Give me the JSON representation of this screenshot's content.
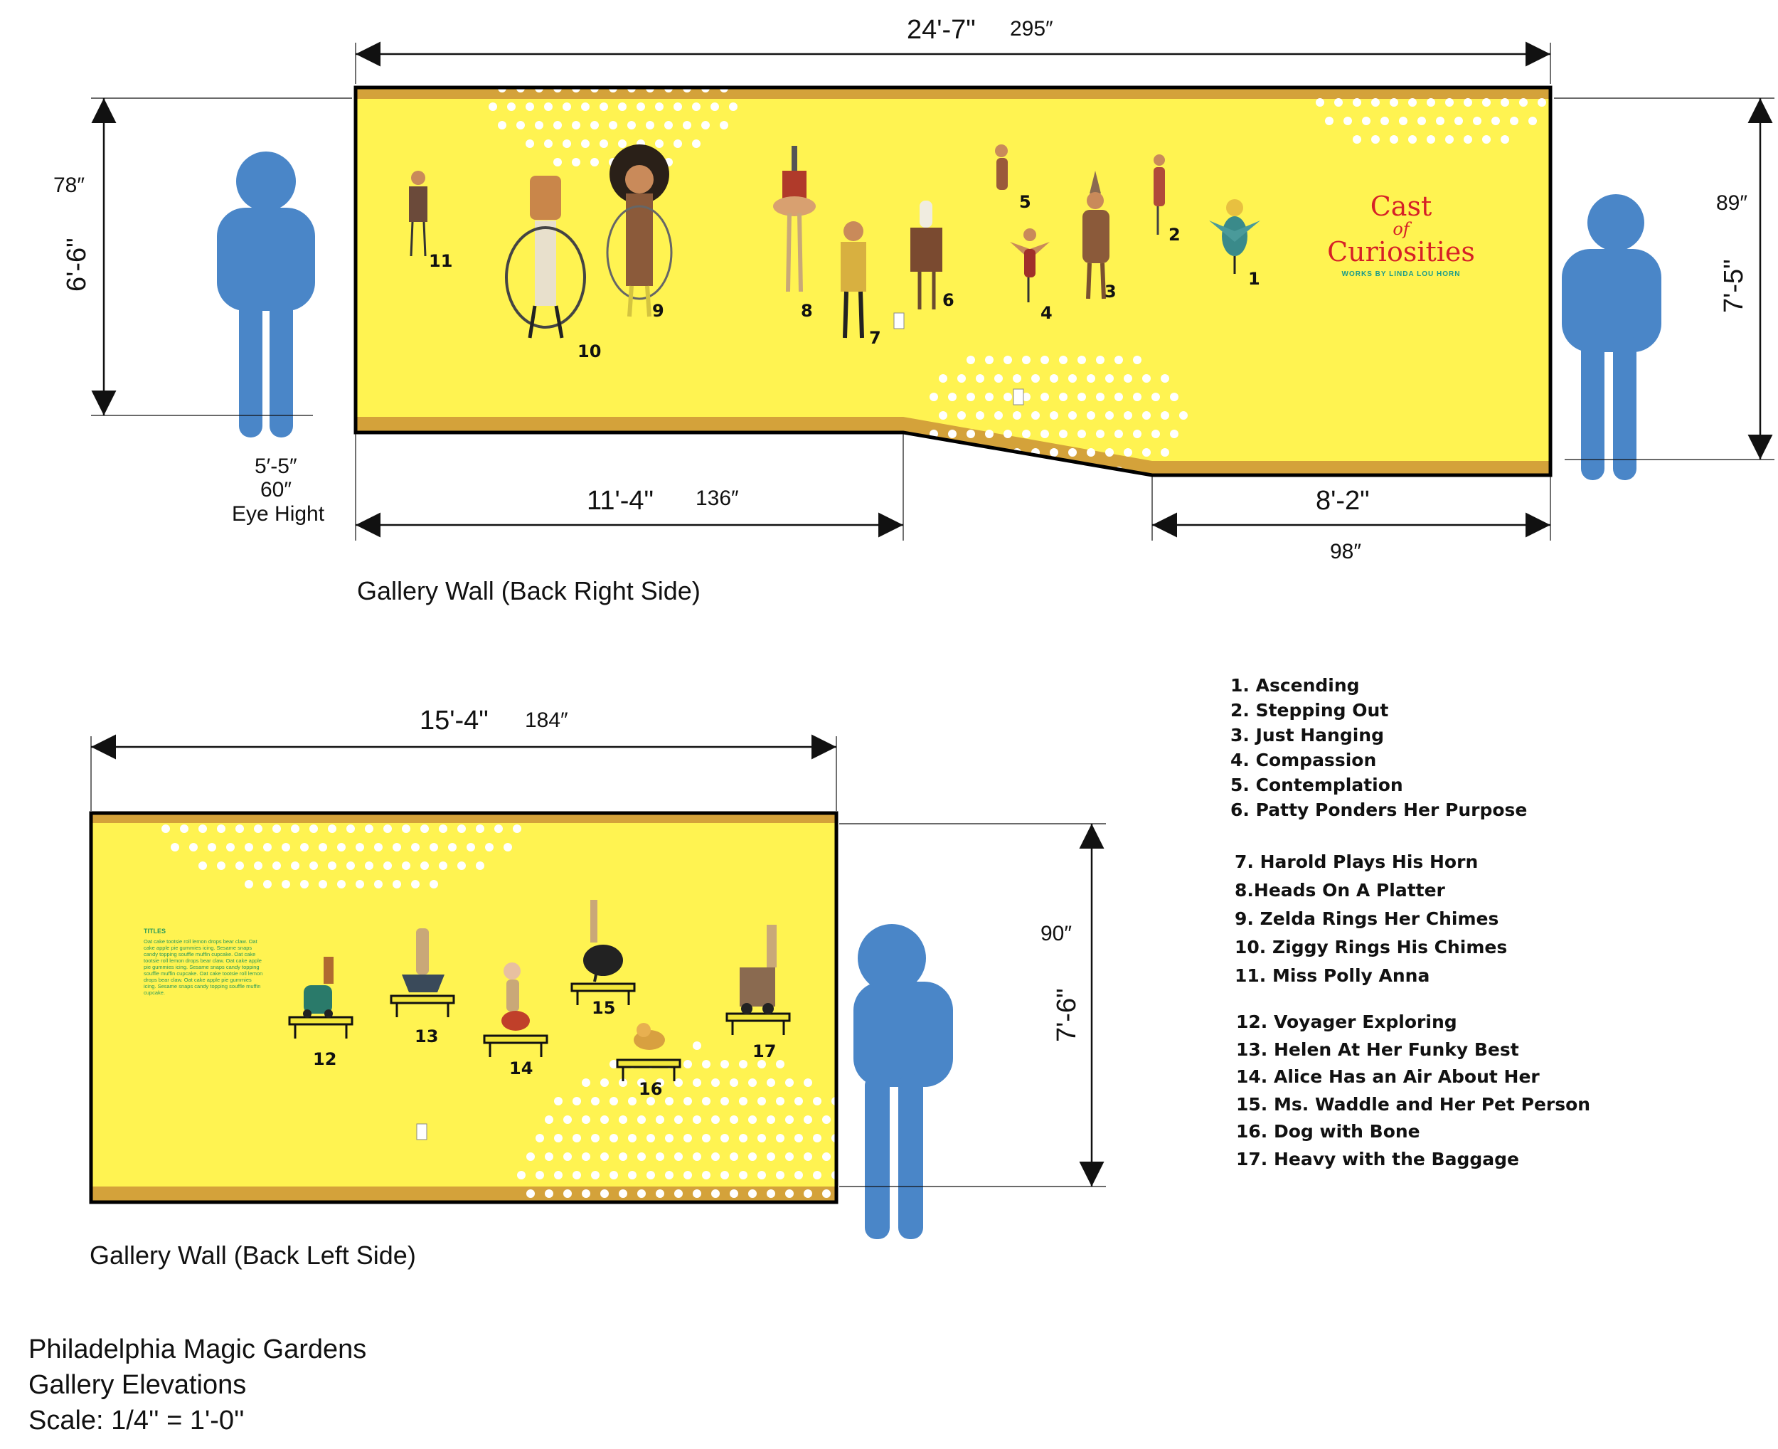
{
  "right_wall": {
    "title": "Gallery Wall (Back Right Side)",
    "width_ft": "24'-7\"",
    "width_in": "295″",
    "left_height_in": "78″",
    "left_height_ft": "6'-6\"",
    "right_height_in": "89″",
    "right_height_ft": "7'-5\"",
    "eye_height_ft": "5′-5″",
    "eye_height_in": "60″",
    "eye_height_label": "Eye Hight",
    "segment_left_ft": "11'-4\"",
    "segment_left_in": "136″",
    "segment_right_ft": "8'-2\"",
    "segment_right_in": "98″",
    "logo": {
      "line1": "Cast",
      "line2": "of",
      "line3": "Curiosities",
      "line4": "WORKS BY LINDA LOU HORN"
    },
    "markers": [
      "1",
      "2",
      "3",
      "4",
      "5",
      "6",
      "7",
      "8",
      "9",
      "10",
      "11"
    ]
  },
  "left_wall": {
    "title": "Gallery Wall (Back Left Side)",
    "width_ft": "15'-4\"",
    "width_in": "184″",
    "height_in": "90″",
    "height_ft": "7'-6\"",
    "titles_panel": {
      "heading": "TITLES",
      "text": "Oat cake tootsie roll lemon drops bear claw. Oat cake apple pie gummies icing. Sesame snaps candy topping souffle muffin cupcake. Oat cake tootsie roll lemon drops bear claw. Oat cake apple pie gummies icing. Sesame snaps candy topping souffle muffin cupcake. Oat cake tootsie roll lemon drops bear claw. Oat cake apple pie gummies icing. Sesame snaps candy topping souffle muffin cupcake."
    },
    "markers": [
      "12",
      "13",
      "14",
      "15",
      "16",
      "17"
    ]
  },
  "legend": {
    "group1": [
      "1. Ascending",
      "2. Stepping Out",
      "3. Just Hanging",
      "4. Compassion",
      "5. Contemplation",
      "6. Patty Ponders Her Purpose"
    ],
    "group2": [
      "7. Harold Plays His Horn",
      "8.Heads On A Platter",
      "9. Zelda Rings Her Chimes",
      "10. Ziggy Rings His Chimes",
      "11. Miss Polly Anna"
    ],
    "group3": [
      "12. Voyager Exploring",
      "13. Helen At Her Funky Best",
      "14. Alice Has an Air About Her",
      "15. Ms. Waddle and Her Pet Person",
      "16. Dog with Bone",
      "17. Heavy with the Baggage"
    ]
  },
  "footer": {
    "line1": "Philadelphia Magic Gardens",
    "line2": "Gallery Elevations",
    "line3": "Scale: 1/4'' = 1'-0''"
  },
  "colors": {
    "wall_yellow": "#fff351",
    "baseboard": "#d4a23a",
    "person_blue": "#4a86c8",
    "dot_white": "#ffffff",
    "shelf_yellow": "#f2e63a"
  }
}
